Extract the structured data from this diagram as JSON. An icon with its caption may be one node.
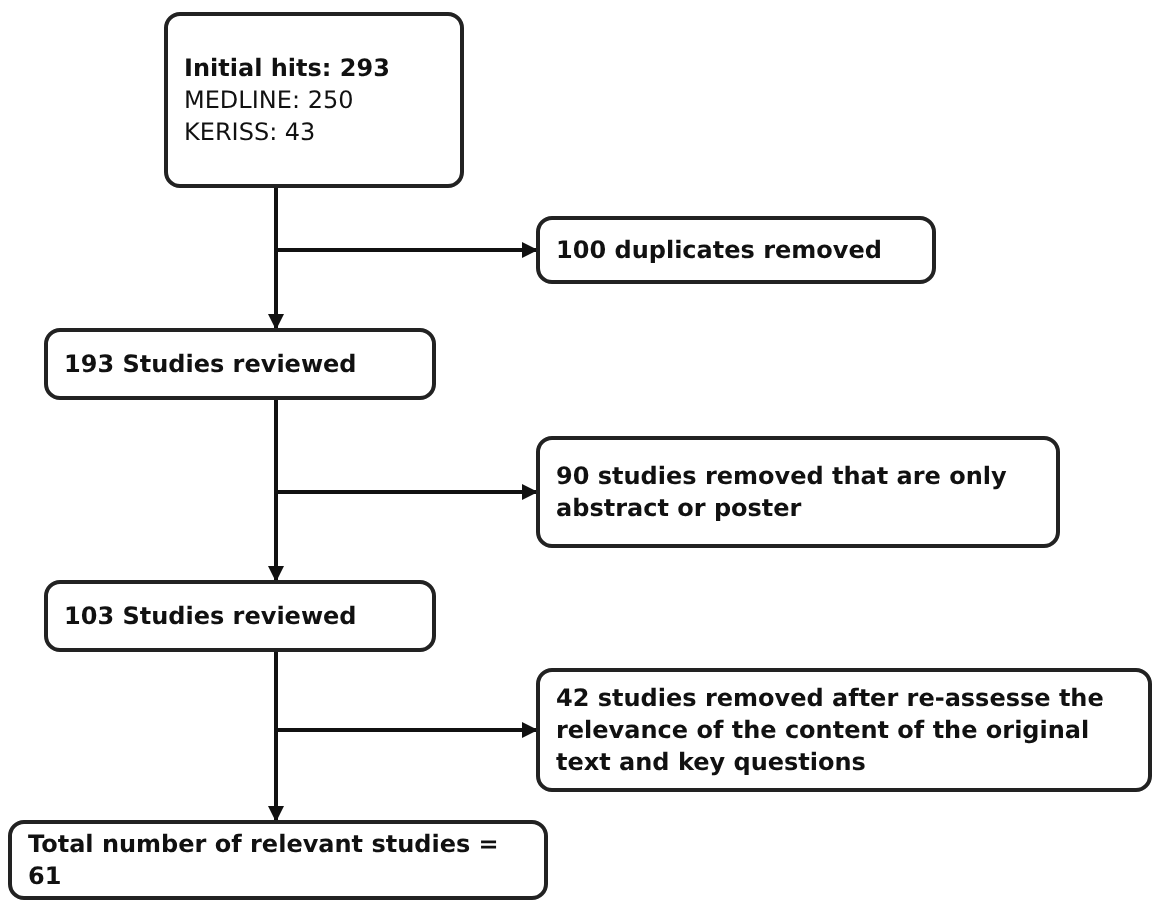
{
  "diagram": {
    "nodes": [
      {
        "text": [
          "Initial hits: 293",
          "MEDLINE: 250",
          "KERISS: 43"
        ]
      },
      {
        "text": [
          "100 duplicates removed"
        ]
      },
      {
        "text": [
          "193 Studies reviewed"
        ]
      },
      {
        "text": [
          "90 studies removed that are only abstract or poster"
        ]
      },
      {
        "text": [
          "103 Studies reviewed"
        ]
      },
      {
        "text": [
          "42 studies removed after re-assesse the relevance of the content of the original text and key questions"
        ]
      },
      {
        "text": [
          "Total number of relevant studies = 61"
        ]
      }
    ],
    "edges": [
      {
        "from": 0,
        "to": 1,
        "arrow": "to"
      },
      {
        "from": 0,
        "to": 2,
        "arrow": "to"
      },
      {
        "from": 2,
        "to": 3,
        "arrow": "to"
      },
      {
        "from": 2,
        "to": 4,
        "arrow": "to"
      },
      {
        "from": 4,
        "to": 5,
        "arrow": "to"
      },
      {
        "from": 4,
        "to": 6,
        "arrow": "to"
      }
    ]
  }
}
